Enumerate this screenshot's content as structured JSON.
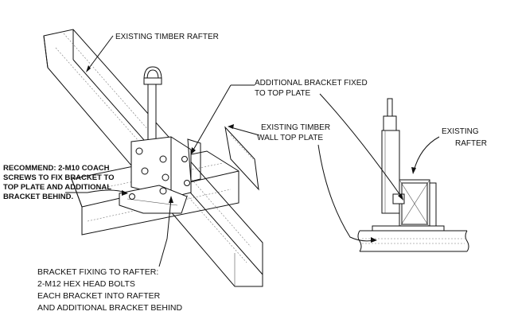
{
  "labels": {
    "existing_timber_rafter": "EXISTING TIMBER RAFTER",
    "additional_bracket_line1": "ADDITIONAL BRACKET FIXED",
    "additional_bracket_line2": "TO TOP PLATE",
    "top_plate_line1": "EXISTING TIMBER",
    "top_plate_line2": "WALL TOP PLATE",
    "recommend_line1": "RECOMMEND: 2-M10 COACH",
    "recommend_line2": "SCREWS TO FIX BRACKET TO",
    "recommend_line3": "TOP PLATE AND ADDITIONAL",
    "recommend_line4": "BRACKET BEHIND.",
    "fixing_line1": "BRACKET FIXING TO RAFTER:",
    "fixing_line2": "2-M12 HEX HEAD BOLTS",
    "fixing_line3": "EACH BRACKET INTO RAFTER",
    "fixing_line4": "AND ADDITIONAL BRACKET BEHIND",
    "section_existing": "EXISTING",
    "section_rafter": "RAFTER"
  },
  "colors": {
    "line": "#111111",
    "background": "#ffffff"
  }
}
